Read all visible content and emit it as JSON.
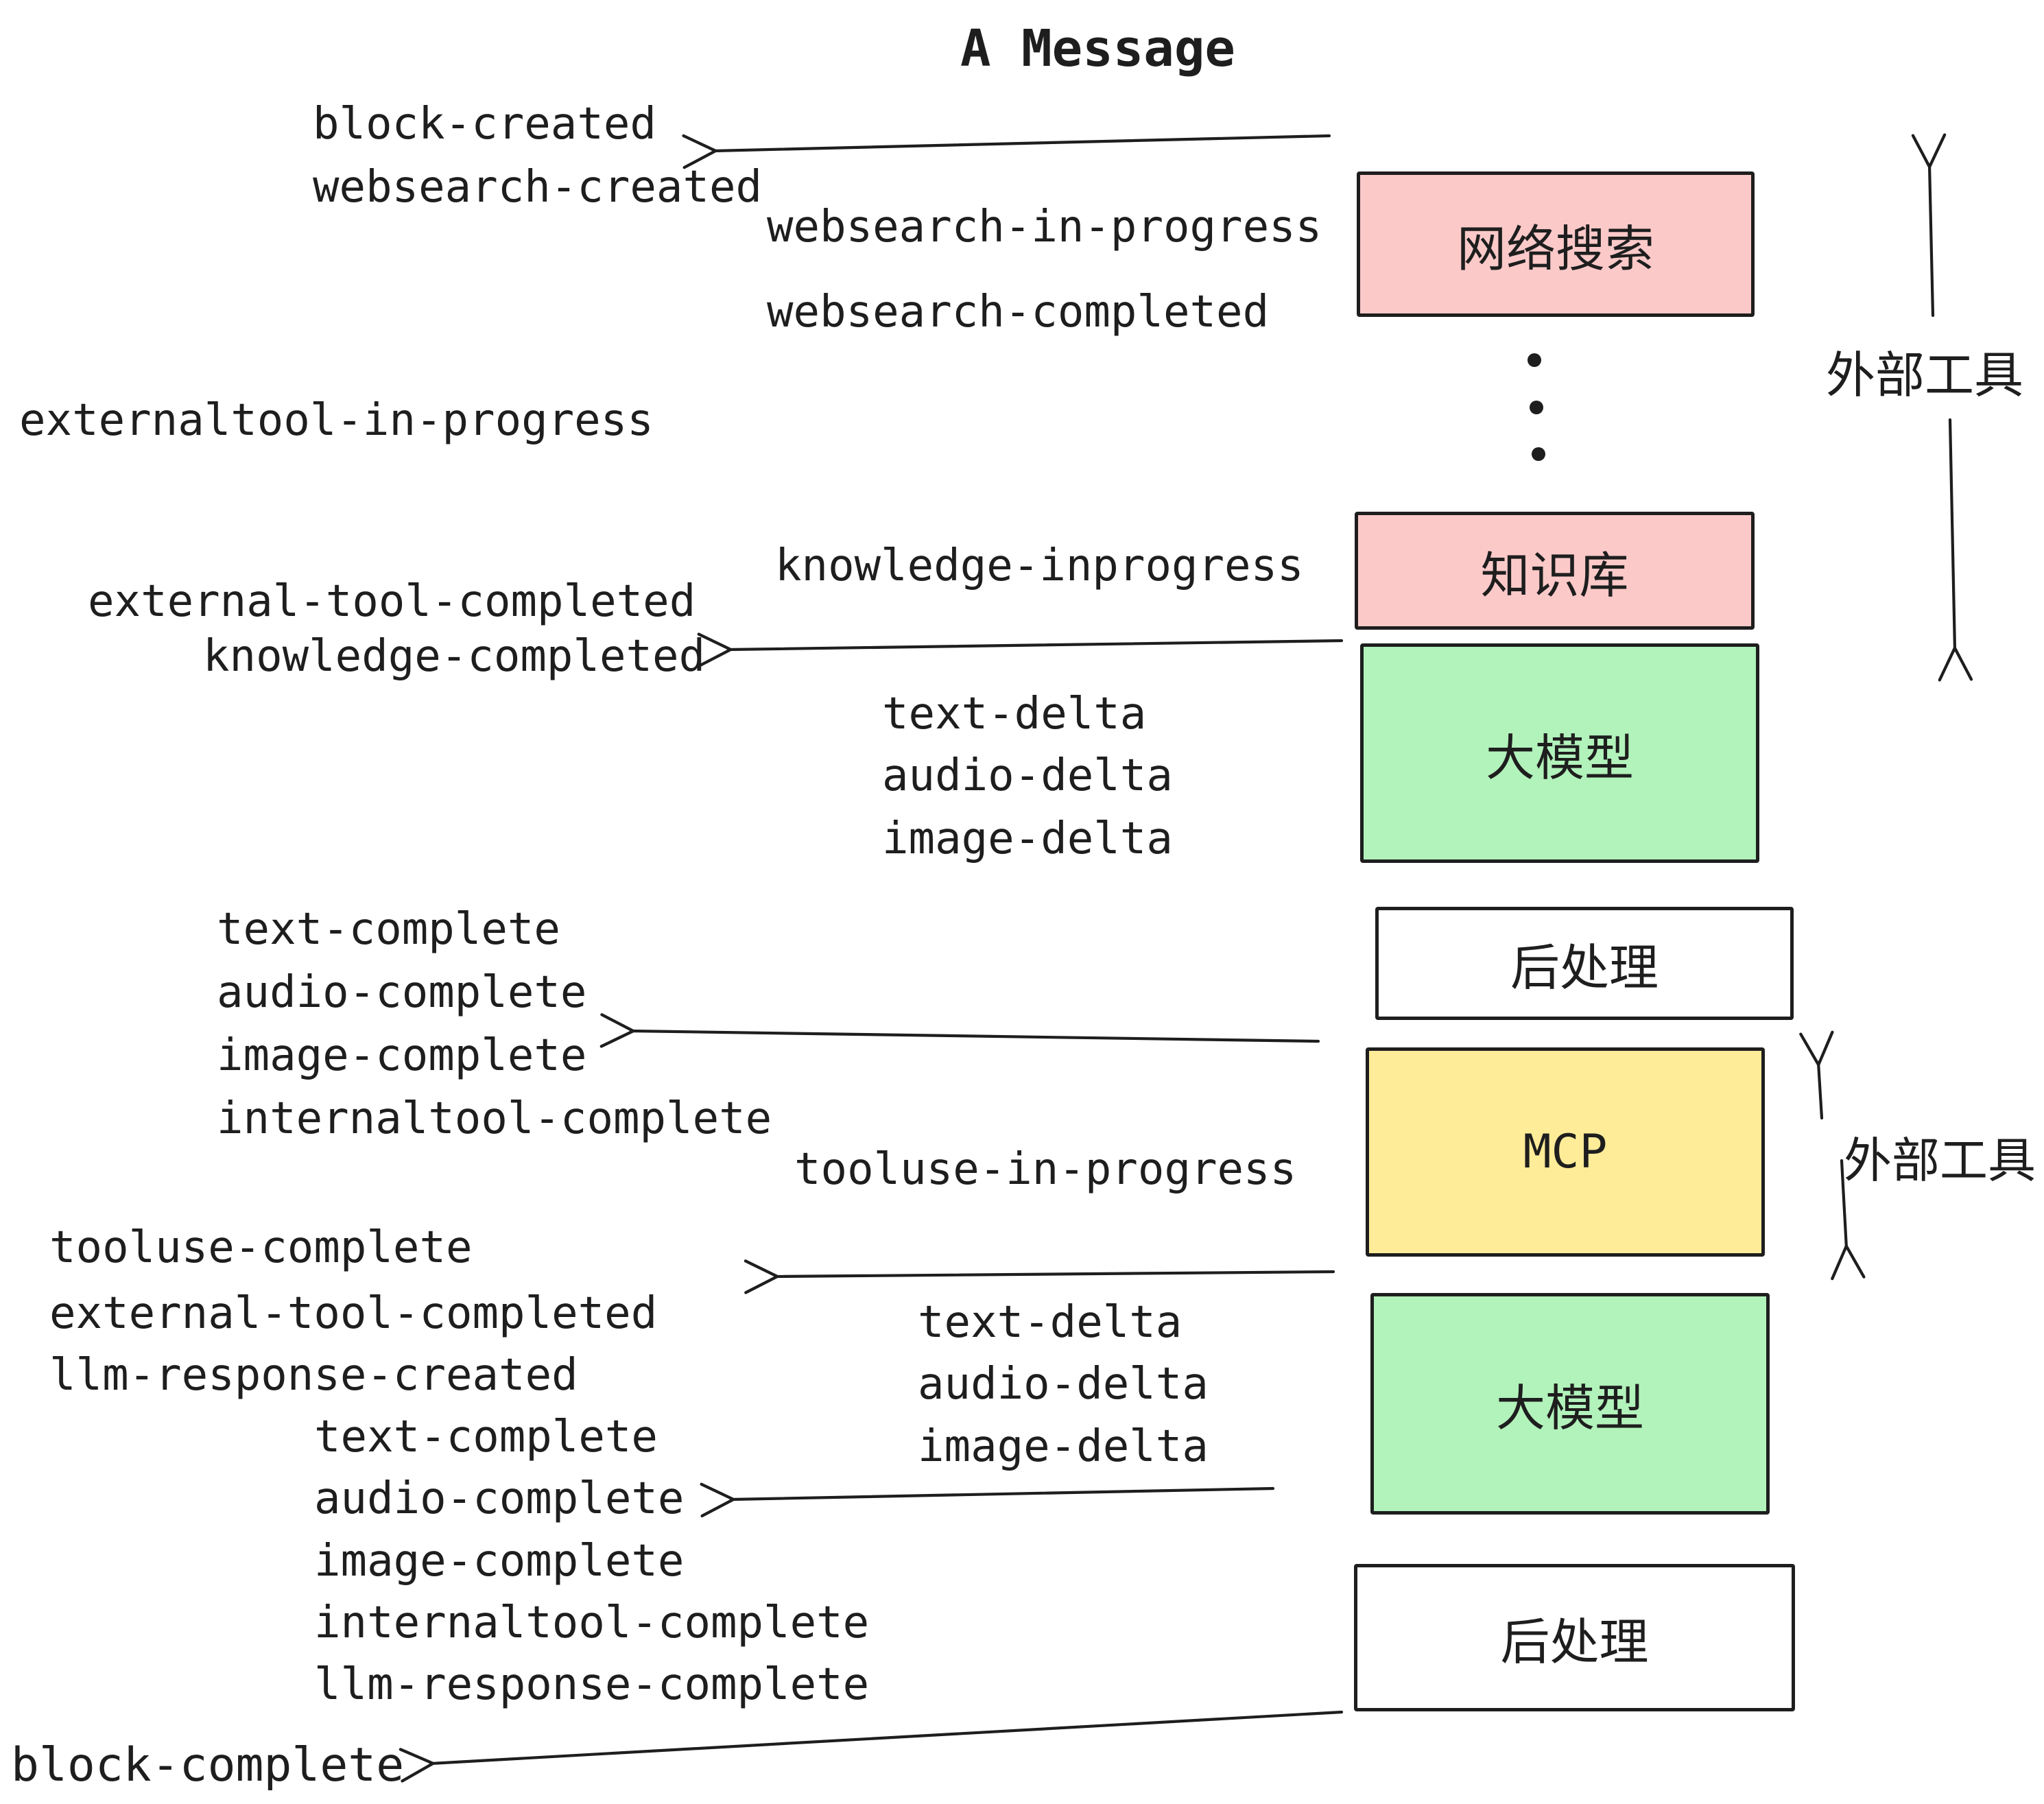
{
  "title": "A Message",
  "colors": {
    "pink": "#FCC9C9",
    "green": "#B2F2BB",
    "yellow": "#FFEC99",
    "white": "#FFFFFF",
    "ink": "#1E1E1E"
  },
  "boxes": [
    {
      "id": "websearch",
      "label": "网络搜索",
      "fill": "pink"
    },
    {
      "id": "knowledge",
      "label": "知识库",
      "fill": "pink"
    },
    {
      "id": "llm-1",
      "label": "大模型",
      "fill": "green"
    },
    {
      "id": "postprocess-1",
      "label": "后处理",
      "fill": "white"
    },
    {
      "id": "mcp",
      "label": "MCP",
      "fill": "yellow"
    },
    {
      "id": "llm-2",
      "label": "大模型",
      "fill": "green"
    },
    {
      "id": "postprocess-2",
      "label": "后处理",
      "fill": "white"
    }
  ],
  "side_labels": {
    "external_tools_top": "外部工具",
    "external_tools_bottom": "外部工具"
  },
  "events": [
    {
      "text": "block-created"
    },
    {
      "text": "websearch-created"
    },
    {
      "text": "websearch-in-progress"
    },
    {
      "text": "websearch-completed"
    },
    {
      "text": "externaltool-in-progress"
    },
    {
      "text": "knowledge-inprogress"
    },
    {
      "text": "external-tool-completed"
    },
    {
      "text": "knowledge-completed"
    },
    {
      "text": "text-delta"
    },
    {
      "text": "audio-delta"
    },
    {
      "text": "image-delta"
    },
    {
      "text": "text-complete"
    },
    {
      "text": "audio-complete"
    },
    {
      "text": "image-complete"
    },
    {
      "text": "internaltool-complete"
    },
    {
      "text": "tooluse-in-progress"
    },
    {
      "text": "tooluse-complete"
    },
    {
      "text": "external-tool-completed"
    },
    {
      "text": "llm-response-created"
    },
    {
      "text": "text-complete"
    },
    {
      "text": "audio-complete"
    },
    {
      "text": "image-complete"
    },
    {
      "text": "internaltool-complete"
    },
    {
      "text": "llm-response-complete"
    },
    {
      "text": "block-complete"
    },
    {
      "text": "text-delta"
    },
    {
      "text": "audio-delta"
    },
    {
      "text": "image-delta"
    }
  ]
}
